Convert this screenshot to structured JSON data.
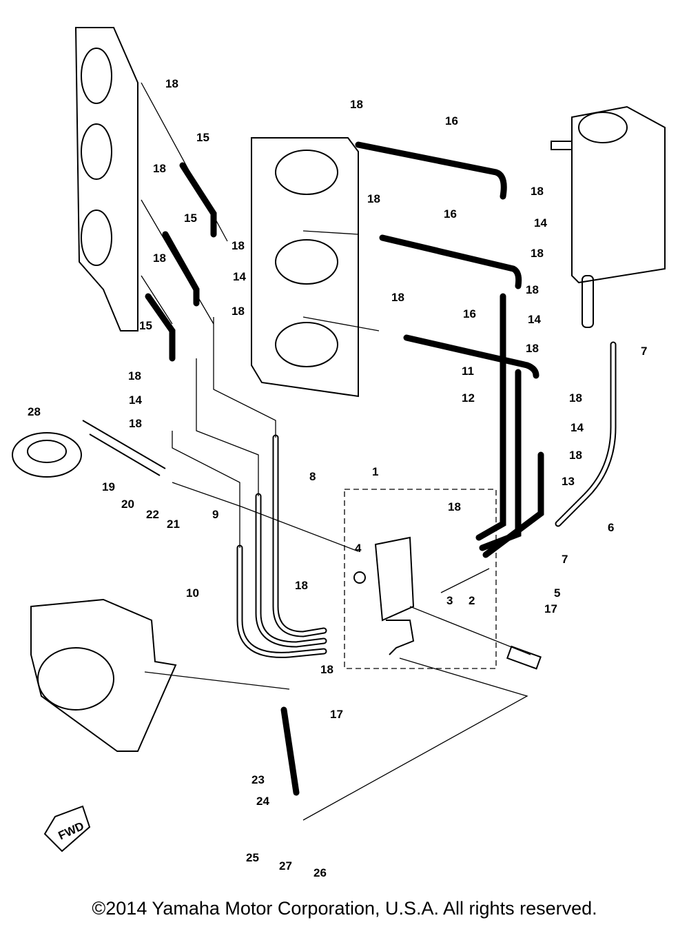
{
  "diagram": {
    "callouts": [
      "18",
      "15",
      "18",
      "15",
      "18",
      "14",
      "18",
      "18",
      "15",
      "18",
      "14",
      "18",
      "28",
      "19",
      "20",
      "22",
      "21",
      "9",
      "8",
      "10",
      "18",
      "16",
      "18",
      "16",
      "18",
      "16",
      "18",
      "14",
      "18",
      "18",
      "14",
      "18",
      "11",
      "12",
      "18",
      "14",
      "18",
      "13",
      "7",
      "6",
      "7",
      "1",
      "18",
      "4",
      "3",
      "2",
      "17",
      "5",
      "18",
      "18",
      "17",
      "23",
      "24",
      "25",
      "27",
      "26"
    ],
    "fwd_marker": "FWD"
  },
  "footer": {
    "copyright": "©2014 Yamaha Motor Corporation, U.S.A. All rights reserved."
  }
}
